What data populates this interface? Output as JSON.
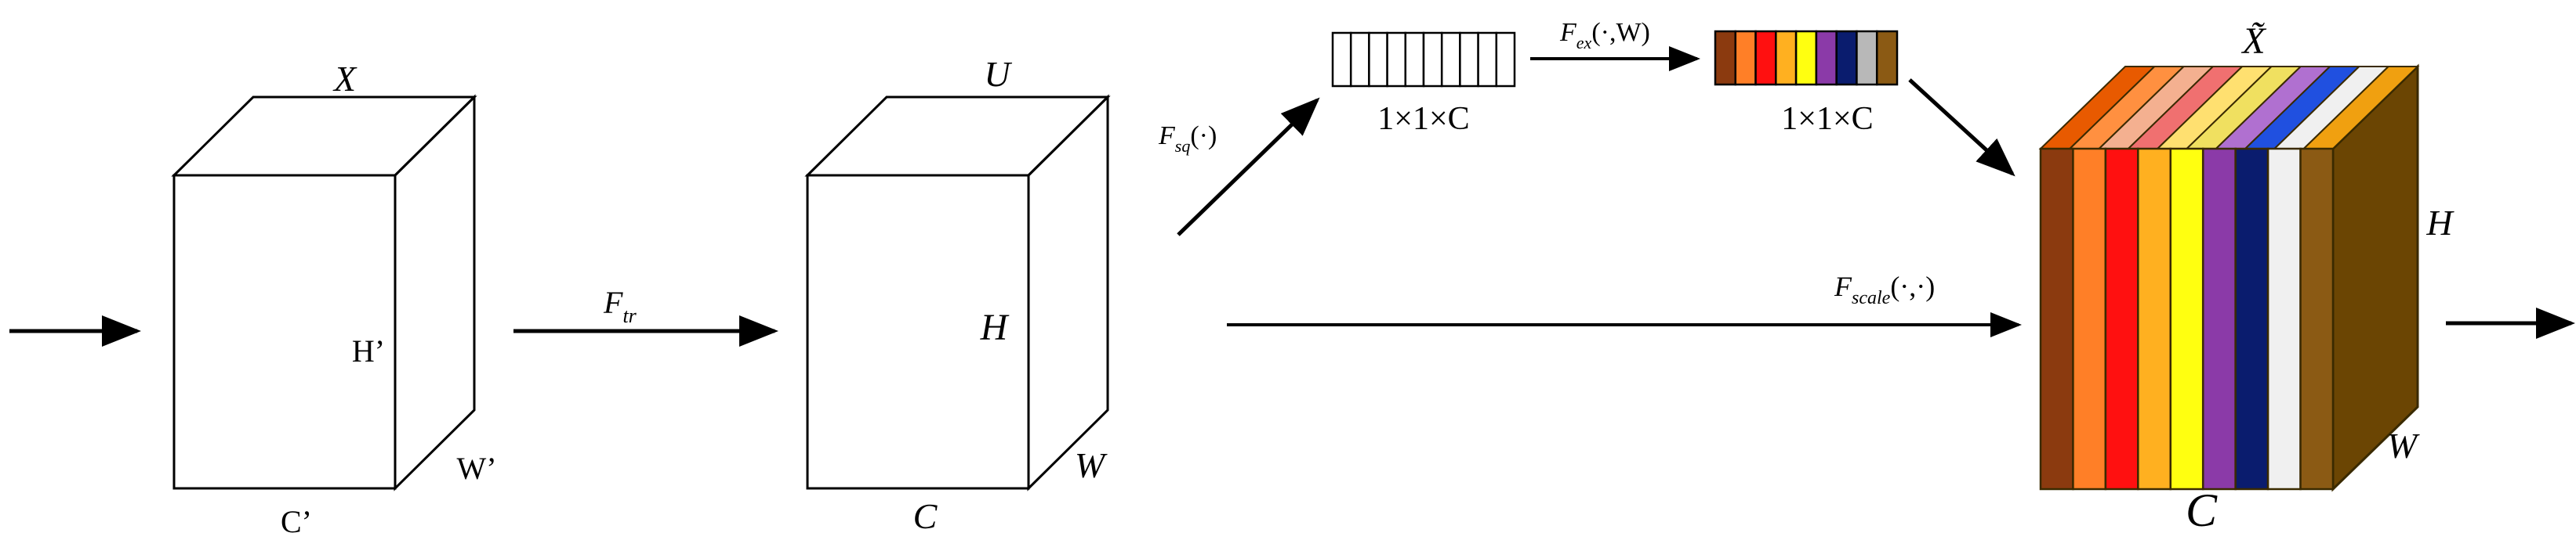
{
  "blocks": {
    "input": {
      "top_label": "X",
      "height_label": "H’",
      "width_label": "W’",
      "channel_label": "C’"
    },
    "transformed": {
      "top_label": "U",
      "height_label": "H",
      "width_label": "W",
      "channel_label": "C"
    },
    "output": {
      "top_label": "X̃",
      "height_label": "H",
      "width_label": "W",
      "channel_label": "C"
    }
  },
  "operators": {
    "transform": {
      "main": "F",
      "sub": "tr",
      "args": ""
    },
    "squeeze": {
      "main": "F",
      "sub": "sq",
      "args": "(·)"
    },
    "excitation": {
      "main": "F",
      "sub": "ex",
      "args": "(·,W)"
    },
    "scale": {
      "main": "F",
      "sub": "scale",
      "args": "(·,·)"
    }
  },
  "vectors": {
    "squeezed": {
      "label": "1×1×C",
      "cells": 10
    },
    "excited": {
      "label": "1×1×C",
      "colors": [
        "#8B3A0F",
        "#FF7F27",
        "#FF1010",
        "#FFB020",
        "#FFFF10",
        "#8B3AA8",
        "#0A1C6E",
        "#B8B8B8",
        "#8B5A14"
      ]
    }
  },
  "output_slices": {
    "front_colors": [
      "#8B3A0F",
      "#FF7F27",
      "#FF1010",
      "#FFB020",
      "#FFFF10",
      "#8B3AA8",
      "#0A1C6E",
      "#F0F0F0",
      "#8B5A14"
    ],
    "top_colors": [
      "#E85A00",
      "#FF9040",
      "#F4B090",
      "#F07070",
      "#FFE070",
      "#F0E060",
      "#B070D0",
      "#2050E0",
      "#F0F0F0",
      "#F0A010"
    ],
    "side_color": "#6B4503",
    "outline_color": "#3A2A00"
  }
}
